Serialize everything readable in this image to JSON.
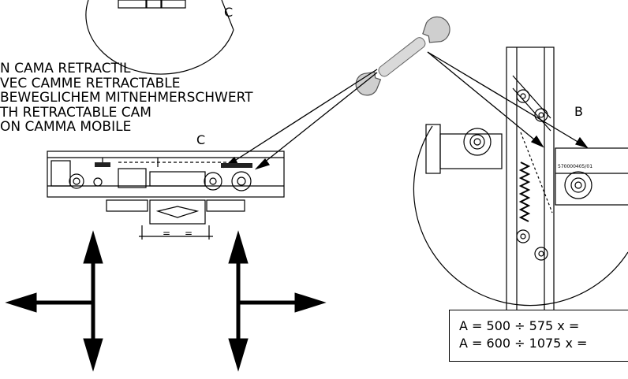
{
  "labels": {
    "c_top": "C",
    "c_mid": "C",
    "b": "B",
    "dim_mark": "="
  },
  "description_lines": [
    "N CAMA RETRACTIL",
    "VEC CAMME RETRACTABLE",
    "BEWEGLICHEM MITNEHMERSCHWERT",
    "TH RETRACTABLE CAM",
    "ON CAMMA MOBILE"
  ],
  "formula_lines": [
    "A = 500 ÷  575 x =",
    "A = 600 ÷ 1075 x ="
  ],
  "part_code": "570000405/01",
  "icons": [
    "wrench-icon",
    "arrow-cross-left-icon",
    "arrow-cross-right-icon"
  ],
  "colors": {
    "line": "#000000",
    "fill_dark": "#222222",
    "wrench_body": "#d9d9d9",
    "background": "#ffffff"
  }
}
